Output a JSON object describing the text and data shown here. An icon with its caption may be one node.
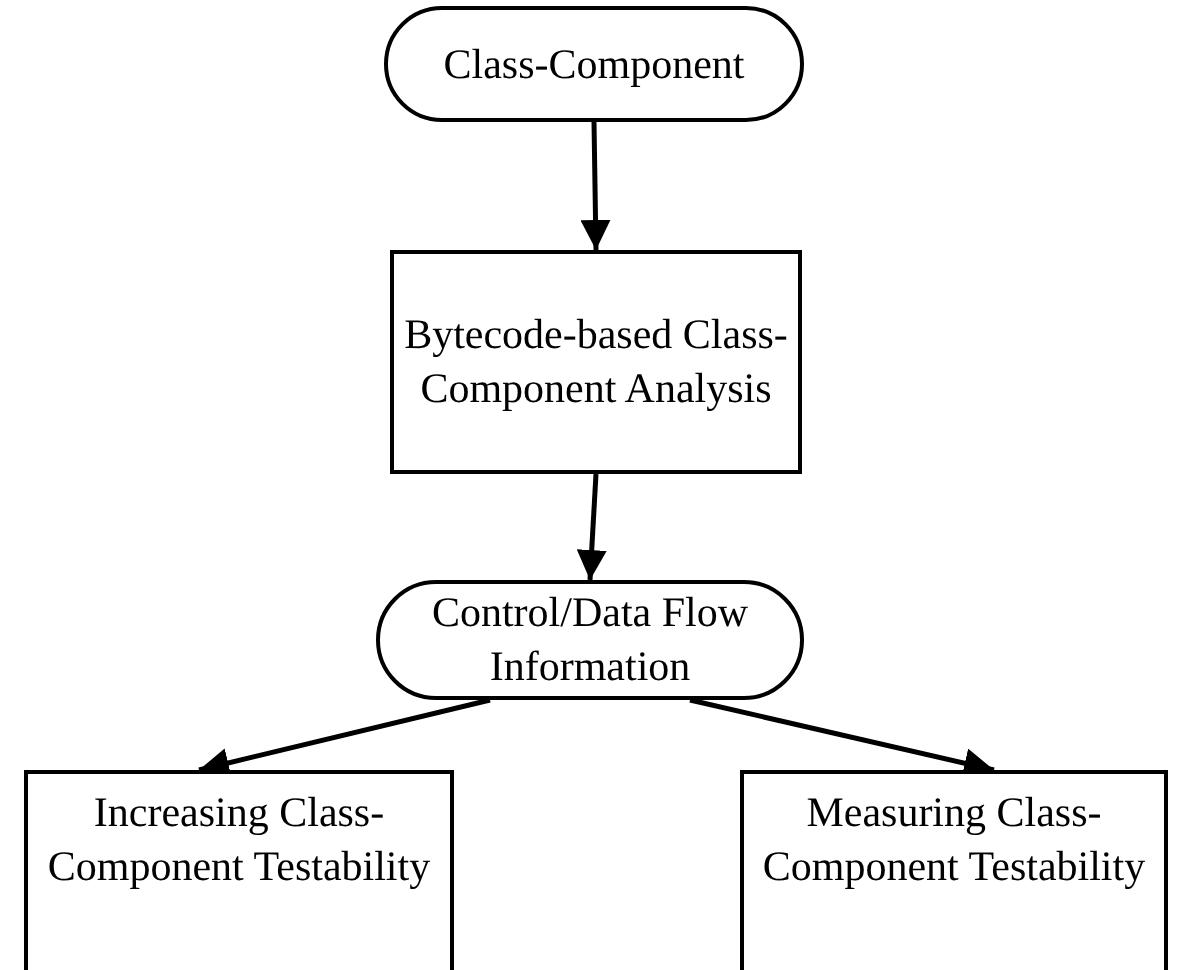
{
  "diagram": {
    "nodes": [
      {
        "text": [
          "Class-Component"
        ]
      },
      {
        "text": [
          "Bytecode-based Class-Component Analysis"
        ]
      },
      {
        "text": [
          "Control/Data Flow Information"
        ]
      },
      {
        "text": [
          "Increasing Class-Component Testability"
        ]
      },
      {
        "text": [
          "Measuring Class-Component Testability"
        ]
      }
    ],
    "edges": [
      {
        "from": 0,
        "to": 1,
        "arrow": "to"
      },
      {
        "from": 1,
        "to": 2,
        "arrow": "to"
      },
      {
        "from": 2,
        "to": 3,
        "arrow": "to"
      },
      {
        "from": 2,
        "to": 4,
        "arrow": "to"
      }
    ]
  }
}
